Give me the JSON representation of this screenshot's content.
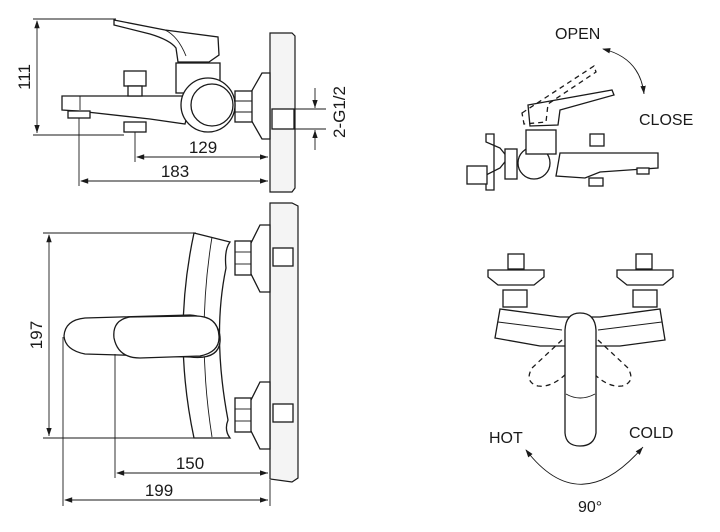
{
  "title": "Wall-mounted bath mixer technical drawing",
  "side_view": {
    "dimensions": {
      "height": "111",
      "spout_to_wall": "129",
      "overall_depth": "183",
      "connection": "2-G1/2"
    }
  },
  "top_view": {
    "dimensions": {
      "width": "197",
      "handle_to_wall": "150",
      "overall_depth": "199"
    }
  },
  "operation": {
    "lever_up_label": "OPEN",
    "lever_down_label": "CLOSE",
    "left_label": "HOT",
    "right_label": "COLD",
    "rotation_angle": "90°"
  },
  "colors": {
    "line": "#1a1a1a",
    "background": "#ffffff",
    "wall": "#f4f4f4"
  }
}
